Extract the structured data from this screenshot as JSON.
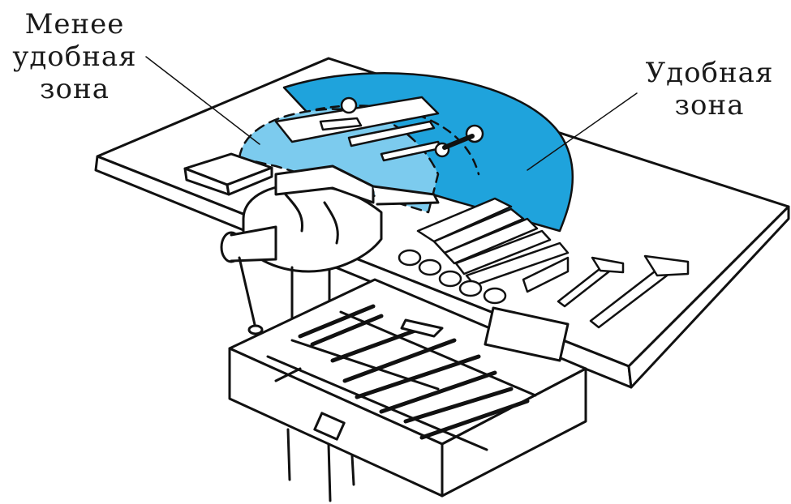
{
  "labels": {
    "less_comfortable_zone": [
      "Менее",
      "удобная",
      "зона"
    ],
    "comfortable_zone": [
      "Удобная",
      "зона"
    ]
  },
  "colors": {
    "comfortable_zone_fill": "#1fa3dc",
    "less_comfortable_zone_fill": "#7ccbee",
    "outline": "#111111",
    "background": "#ffffff"
  }
}
